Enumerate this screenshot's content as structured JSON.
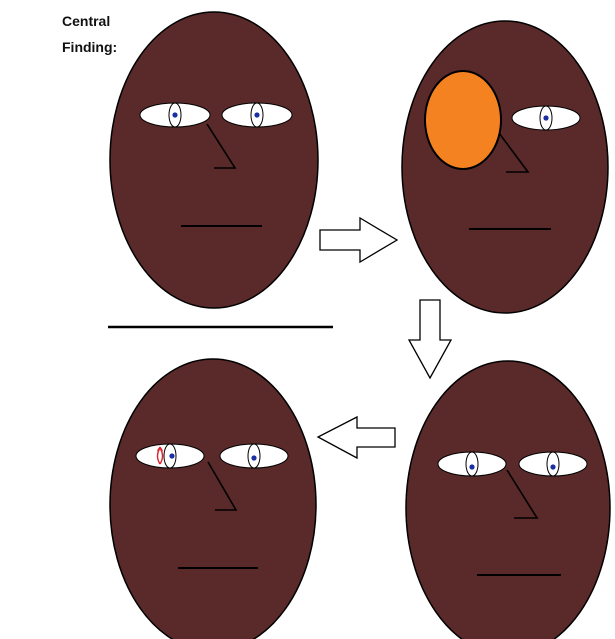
{
  "caption": {
    "line1": "Central",
    "line2": "Finding:"
  },
  "colors": {
    "face": "#5a2a2a",
    "outline": "#000000",
    "eye_white": "#ffffff",
    "pupil": "#1a2fa0",
    "eye_patch": "#f58220",
    "red_mark": "#e0202a",
    "arrow_fill": "#ffffff",
    "divider": "#000000"
  },
  "panels": [
    {
      "name": "face-before",
      "left_eye": "normal",
      "right_eye": "normal"
    },
    {
      "name": "face-eye-covered",
      "left_eye": "covered",
      "right_eye": "normal"
    },
    {
      "name": "face-uncovered",
      "left_eye": "normal",
      "right_eye": "normal"
    },
    {
      "name": "face-result",
      "left_eye": "red-mark",
      "right_eye": "normal"
    }
  ],
  "arrows": [
    {
      "name": "arrow-right",
      "direction": "right"
    },
    {
      "name": "arrow-down",
      "direction": "down"
    },
    {
      "name": "arrow-left",
      "direction": "left"
    }
  ]
}
